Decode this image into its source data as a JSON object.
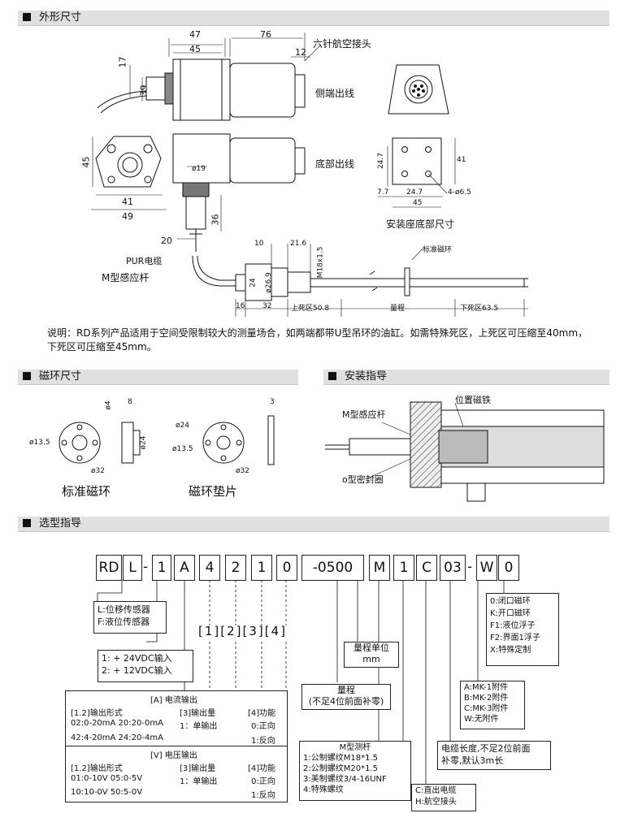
{
  "sections": {
    "dims": "外形尺寸",
    "ring": "磁环尺寸",
    "install": "安装指导",
    "select": "选型指导"
  },
  "dims": {
    "d47": "47",
    "d45": "45",
    "d76": "76",
    "d17": "17",
    "d39": "39",
    "d12": "12",
    "six_pin": "六针航空接头",
    "side_out": "侧端出线",
    "bottom_out": "底部出线",
    "v45": "45",
    "d41": "41",
    "d49": "49",
    "phi19": "ø19",
    "d36": "36",
    "d20": "20",
    "pur": "PUR电缆",
    "m_rod": "M型感应杆",
    "d10": "10",
    "d216": "21.6",
    "m18": "M18x1.5",
    "d24": "24",
    "phi269": "ø26.9",
    "d16": "16",
    "d32": "32",
    "dead_top": "上死区50.8",
    "stroke": "量程",
    "dead_bottom": "下死区63.5",
    "std_ring": "标准磁环",
    "mount_247v": "24.7",
    "mount_41": "41",
    "mount_77": "7.7",
    "mount_247h": "24.7",
    "mount_hole": "4-ø6.5",
    "mount_45": "45",
    "mount_caption": "安装座底部尺寸"
  },
  "note": "说明：RD系列产品适用于空间受限制较大的测量场合，如两端都带U型吊环的油缸。如需特殊死区，上死区可压缩至40mm，下死区可压缩至45mm。",
  "ring": {
    "d4": "ø4",
    "d8": "8",
    "d24": "ø24",
    "d135": "ø13.5",
    "d32": "ø32",
    "std_caption": "标准磁环",
    "s_d24": "ø24",
    "s_d135": "ø13.5",
    "s_d32": "ø32",
    "s_d3": "3",
    "spacer_caption": "磁环垫片"
  },
  "install": {
    "m_rod": "M型感应杆",
    "pos_ring": "位置磁铁",
    "oring": "o型密封圈"
  },
  "code": {
    "b0": "RD",
    "b1": "L",
    "s1": "-",
    "b2": "1",
    "b3": "A",
    "b4": "4",
    "b5": "2",
    "b6": "1",
    "b7": "0",
    "b8": "-0500",
    "b9": "M",
    "b10": "1",
    "b11": "C",
    "b12": "03",
    "s2": "-",
    "b13": "W",
    "b14": "0"
  },
  "select": {
    "type_l": "L:位移传感器",
    "type_f": "F:液位传感器",
    "supply_1": "1: + 24VDC输入",
    "supply_2": "2: + 12VDC输入",
    "brackets": "[1][2][3][4]",
    "unit_title": "量程单位",
    "unit_mm": "mm",
    "stroke_title": "量程",
    "stroke_note": "(不足4位前面补零)",
    "a_title": "[A]  电流输出",
    "a_h1": "[1.2]输出形式",
    "a_h2": "[3]输出量",
    "a_h3": "[4]功能",
    "a_r1c1": "02:0-20mA 20:20-0mA",
    "a_r1c2": "1：单输出",
    "a_r1c3": "0:正向",
    "a_r2c1": "42:4-20mA 24:20-4mA",
    "a_r2c3": "1:反向",
    "v_title": "[V]  电压输出",
    "v_h1": "[1.2]输出形式",
    "v_h2": "[3]输出量",
    "v_h3": "[4]功能",
    "v_r1c1": "01:0-10V 05:0-5V",
    "v_r1c2": "1：单输出",
    "v_r1c3": "0:正向",
    "v_r2c1": "10:10-0V 50:5-0V",
    "v_r2c3": "1:反向",
    "mrod_title": "M型测杆",
    "mrod_1": "1:公制螺纹M18*1.5",
    "mrod_2": "2:公制螺纹M20*1.5",
    "mrod_3": "3:美制螺纹3/4-16UNF",
    "mrod_4": "4:特殊螺纹",
    "conn_c": "C:直出电缆",
    "conn_h": "H:航空接头",
    "cable_1": "电缆长度,不足2位前面",
    "cable_2": "补零,默认3m长",
    "acc_a": "A:MK-1附件",
    "acc_b": "B:MK-2附件",
    "acc_c": "C:MK-3附件",
    "acc_w": "W:无附件",
    "ring_0": "0:闭口磁环",
    "ring_k": "K:开口磁环",
    "ring_f1": "F1:液位浮子",
    "ring_f2": "F2:界面1浮子",
    "ring_x": "X:特殊定制"
  }
}
